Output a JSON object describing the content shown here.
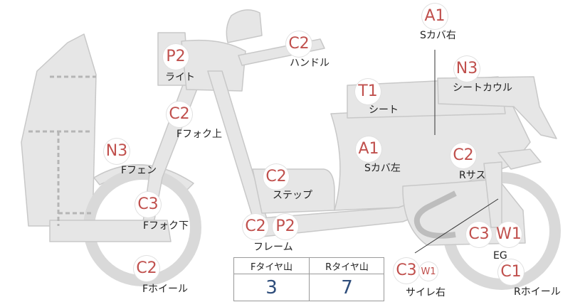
{
  "colors": {
    "body_fill": "#e6e6e6",
    "body_stroke": "#c8c8c8",
    "badge_text": "#c0504d",
    "value_text": "#2e4d7b"
  },
  "parts": [
    {
      "id": "light",
      "code": "P2",
      "label": "ライト"
    },
    {
      "id": "handle",
      "code": "C2",
      "label": "ハンドル"
    },
    {
      "id": "fork-upper",
      "code": "C2",
      "label": "Fフォク上"
    },
    {
      "id": "f-fender",
      "code": "N3",
      "label": "Fフェン"
    },
    {
      "id": "fork-lower",
      "code": "C3",
      "label": "Fフォク下"
    },
    {
      "id": "f-wheel",
      "code": "C2",
      "label": "Fホイール"
    },
    {
      "id": "step",
      "code": "C2",
      "label": "ステップ"
    },
    {
      "id": "frame",
      "code": "C2 P2",
      "label": "フレーム"
    },
    {
      "id": "s-cover-l",
      "code": "A1",
      "label": "Sカバ左"
    },
    {
      "id": "seat",
      "code": "T1",
      "label": "シート"
    },
    {
      "id": "s-cover-r",
      "code": "A1",
      "label": "Sカバ右"
    },
    {
      "id": "seat-cowl",
      "code": "N3",
      "label": "シートカウル"
    },
    {
      "id": "r-sus",
      "code": "C2",
      "label": "Rサス"
    },
    {
      "id": "engine",
      "code": "C3 W1",
      "label": "EG"
    },
    {
      "id": "muffler-r",
      "code": "C3 W1",
      "label": "サイレ右"
    },
    {
      "id": "r-wheel",
      "code": "C1",
      "label": "Rホイール"
    }
  ],
  "tyre_table": {
    "headers": [
      "Fタイヤ山",
      "Rタイヤ山"
    ],
    "values": [
      "3",
      "7"
    ]
  }
}
